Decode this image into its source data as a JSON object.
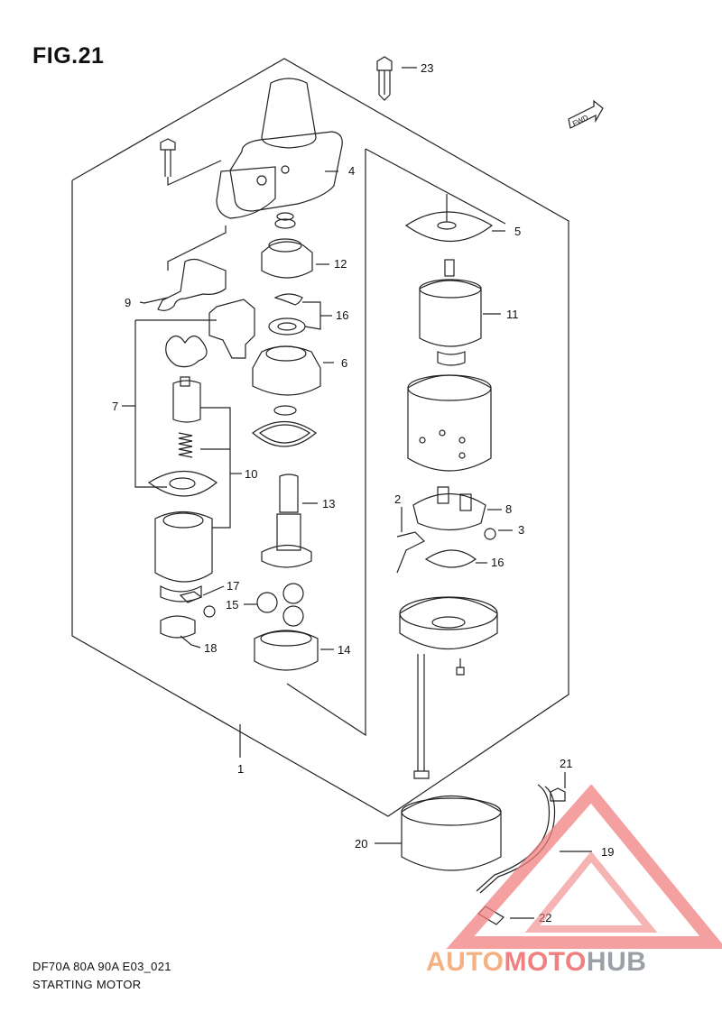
{
  "figure": {
    "title": "FIG.21",
    "code": "DF70A 80A 90A E03_021",
    "name": "STARTING MOTOR",
    "fwd_label": "FWD"
  },
  "callouts": [
    "1",
    "2",
    "3",
    "4",
    "5",
    "6",
    "7",
    "8",
    "9",
    "10",
    "11",
    "12",
    "13",
    "14",
    "15",
    "16",
    "16",
    "17",
    "18",
    "19",
    "20",
    "21",
    "22",
    "23"
  ],
  "watermark": {
    "part1": "AUTO",
    "part2": "MOTO",
    "part3": "HUB",
    "colors": {
      "orange": "#f4b183",
      "red": "#f08080",
      "gray": "#9aa0a6"
    }
  }
}
